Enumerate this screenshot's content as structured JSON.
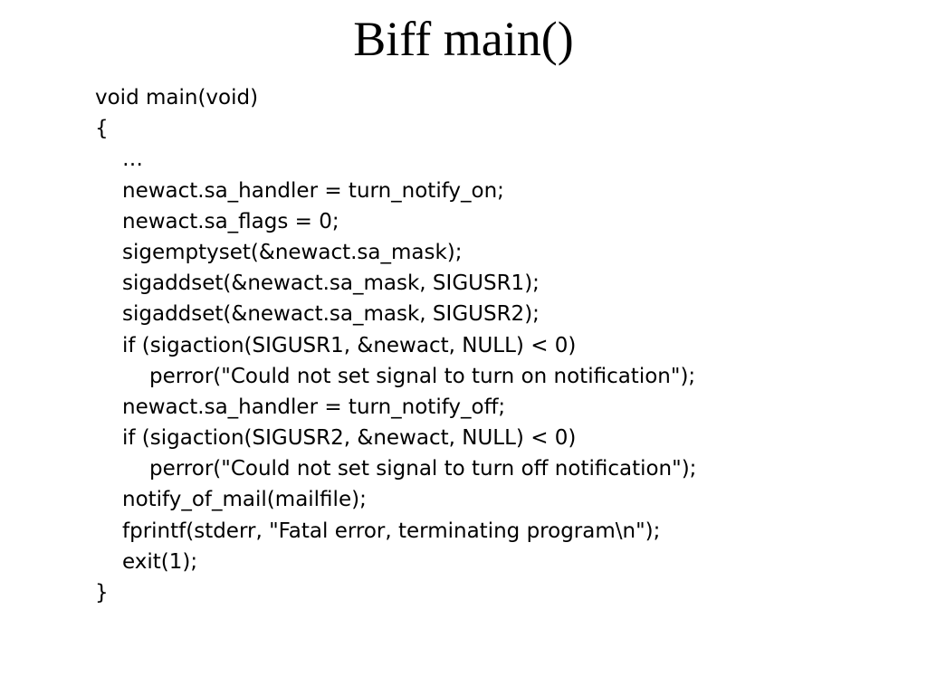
{
  "slide": {
    "title": "Biff main()",
    "code_lines": [
      {
        "text": "void main(void)",
        "indent": 0
      },
      {
        "text": "{",
        "indent": 0
      },
      {
        "text": "…",
        "indent": 1
      },
      {
        "text": "newact.sa_handler = turn_notify_on;",
        "indent": 1
      },
      {
        "text": "newact.sa_flags = 0;",
        "indent": 1
      },
      {
        "text": "sigemptyset(&newact.sa_mask);",
        "indent": 1
      },
      {
        "text": "sigaddset(&newact.sa_mask, SIGUSR1);",
        "indent": 1
      },
      {
        "text": "sigaddset(&newact.sa_mask, SIGUSR2);",
        "indent": 1
      },
      {
        "text": "if (sigaction(SIGUSR1, &newact, NULL) < 0)",
        "indent": 1
      },
      {
        "text": "perror(\"Could not set signal to turn on notification\");",
        "indent": 2
      },
      {
        "text": "newact.sa_handler = turn_notify_off;",
        "indent": 1
      },
      {
        "text": "if (sigaction(SIGUSR2, &newact, NULL) < 0)",
        "indent": 1
      },
      {
        "text": "perror(\"Could not set signal to turn off notification\");",
        "indent": 2
      },
      {
        "text": "notify_of_mail(mailfile);",
        "indent": 1
      },
      {
        "text": "fprintf(stderr, \"Fatal error, terminating program\\n\");",
        "indent": 1
      },
      {
        "text": "exit(1);",
        "indent": 1
      },
      {
        "text": "}",
        "indent": 0
      }
    ]
  }
}
